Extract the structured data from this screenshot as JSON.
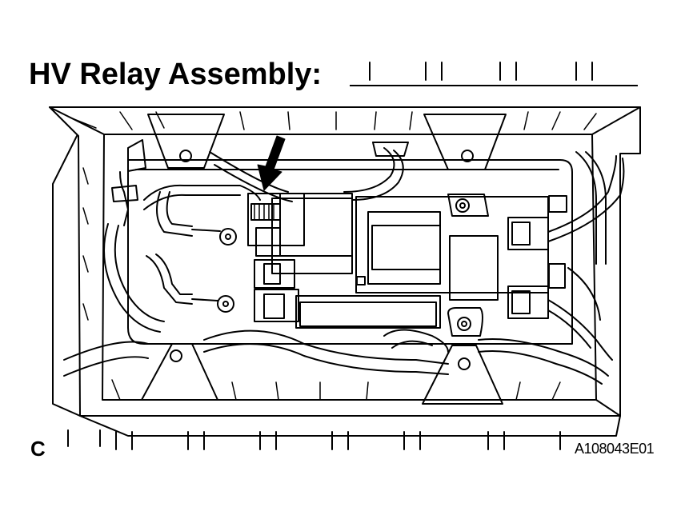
{
  "title": "HV Relay Assembly:",
  "view_letter": "C",
  "figure_code": "A108043E01",
  "colors": {
    "line": "#000000",
    "background": "#ffffff"
  },
  "icons": [
    "down-arrow-icon"
  ]
}
